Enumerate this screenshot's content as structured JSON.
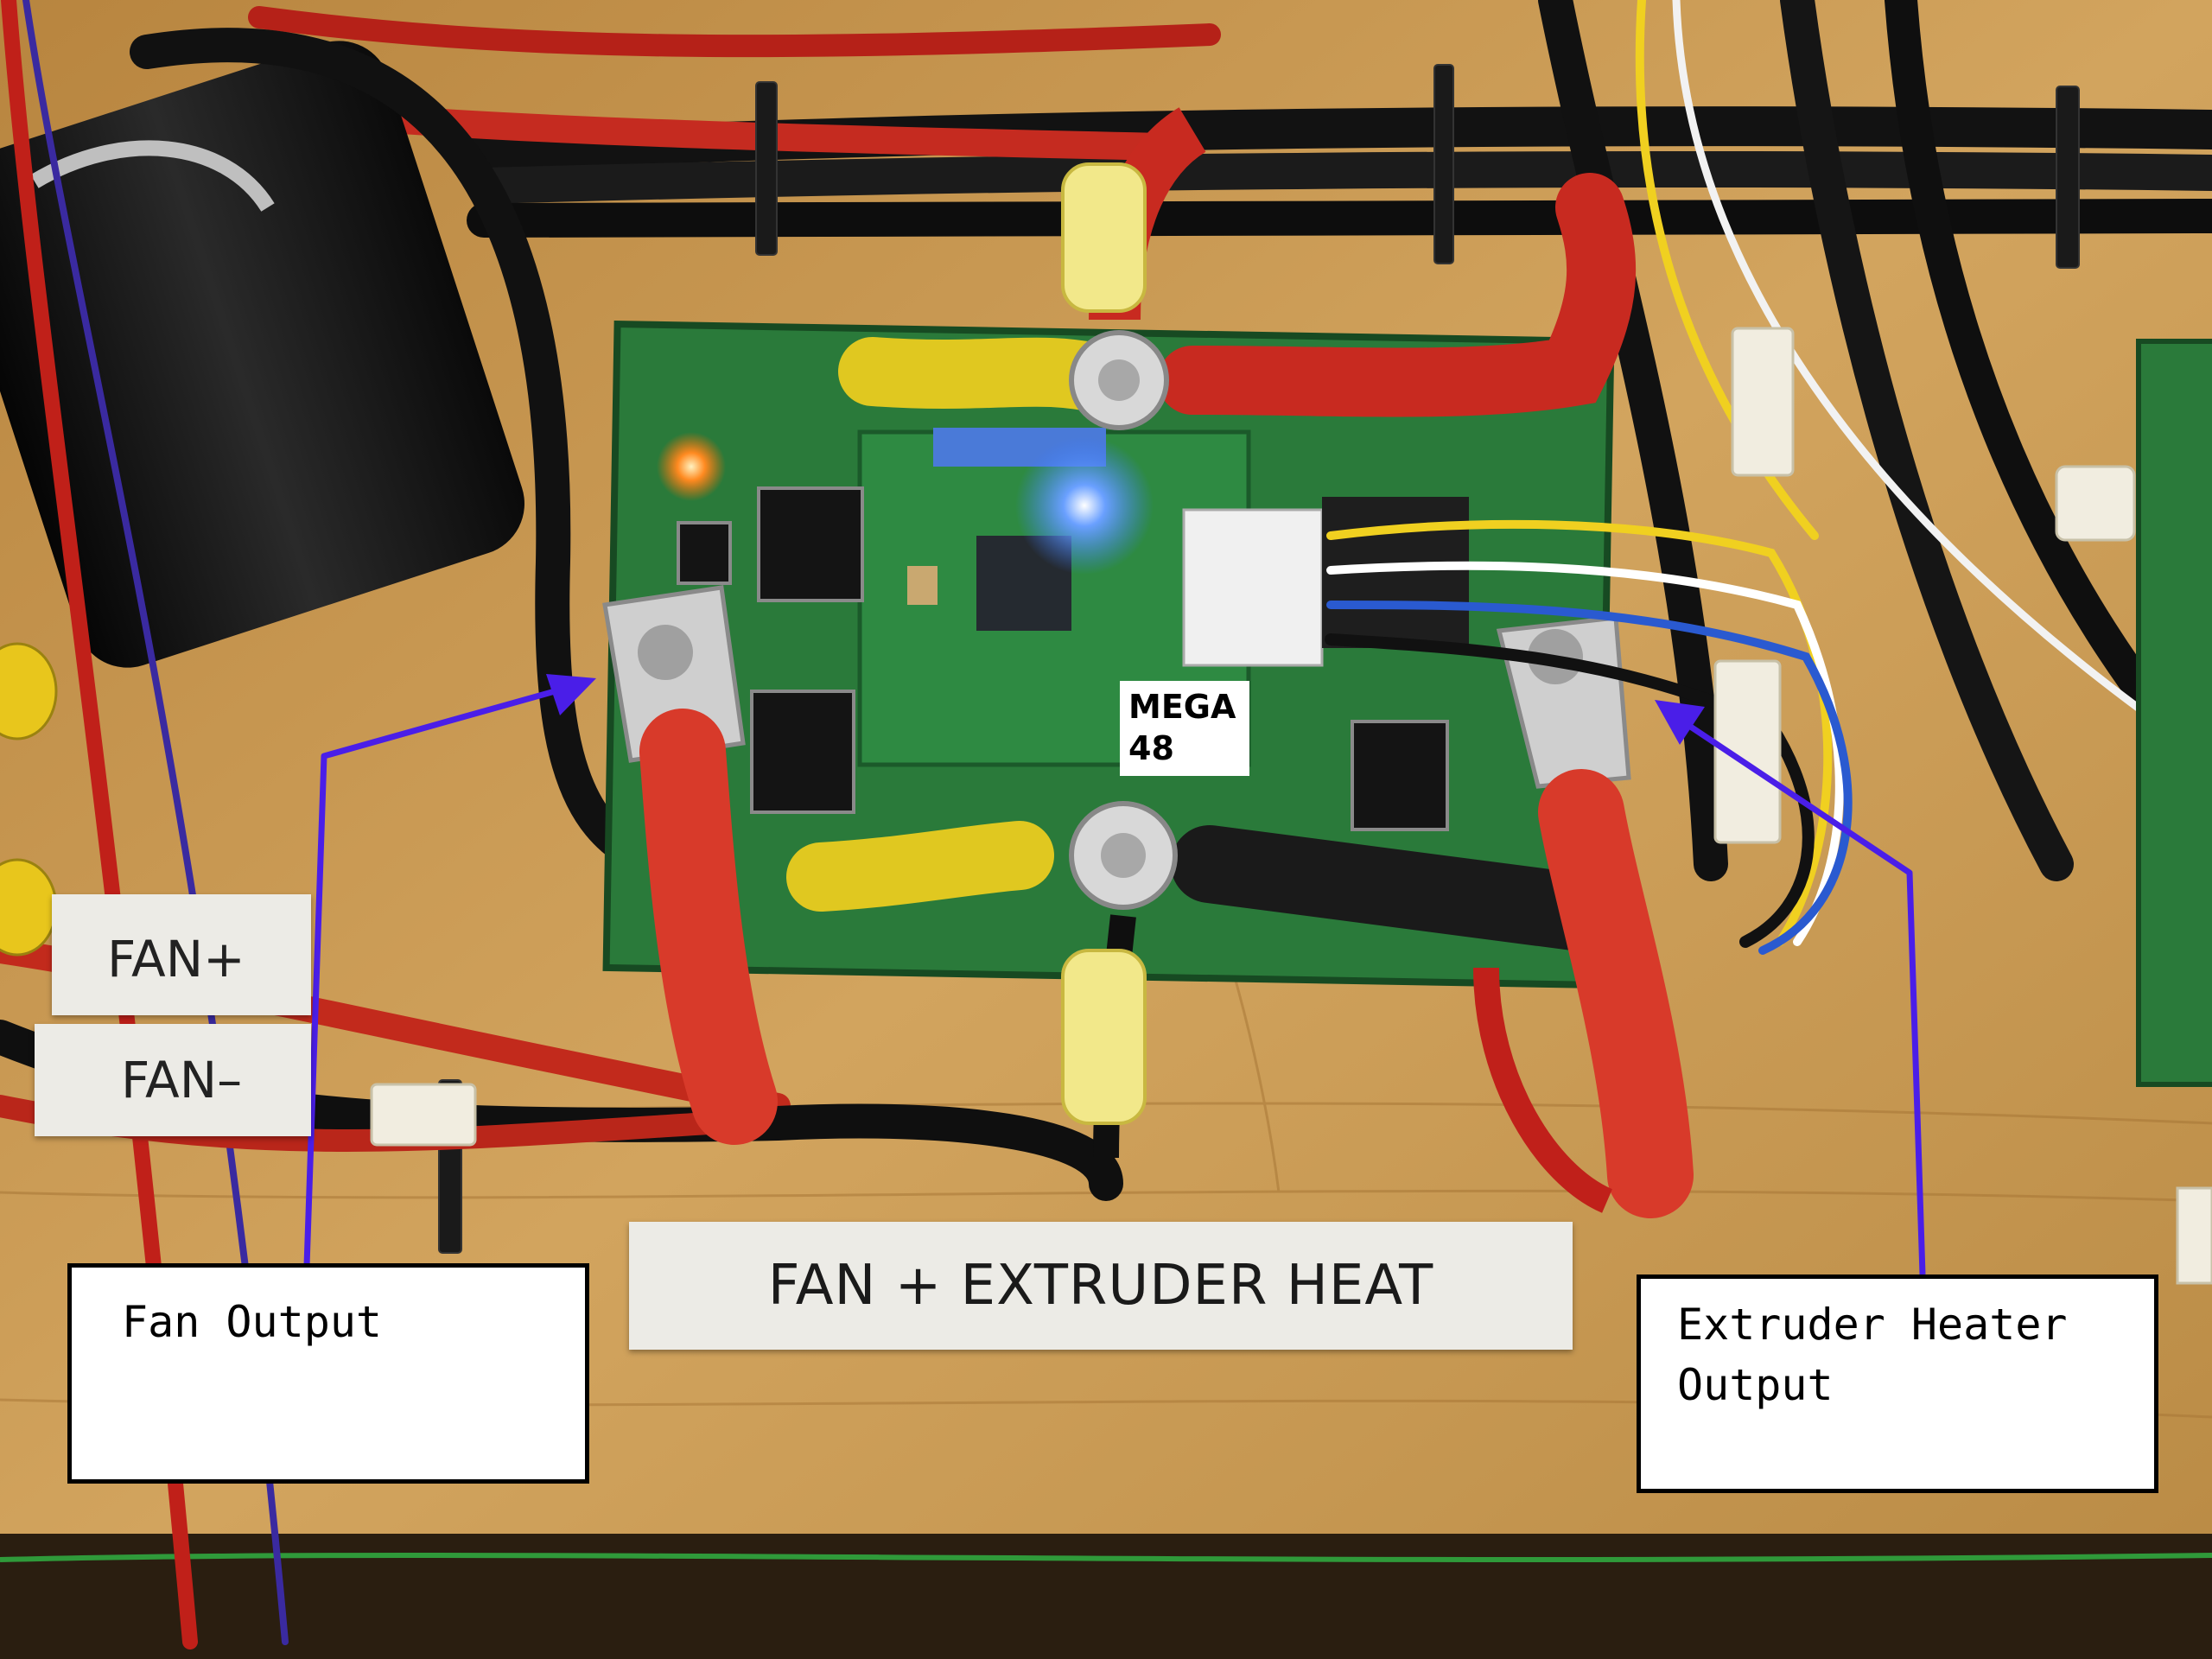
{
  "annotations": {
    "fan_output": "Fan Output",
    "extruder_heater_line1": "Extruder Heater",
    "extruder_heater_line2": "Output"
  },
  "tape_labels": {
    "main": "FAN + EXTRUDER HEAT",
    "fan_plus": "FAN+",
    "fan_minus": "FAN–"
  },
  "chip_label": {
    "line1": "MEGA",
    "line2": "48"
  },
  "colors": {
    "wood": "#c89a54",
    "pcb": "#2a7a3a",
    "arrow": "#4a1ee8",
    "wire_red": "#c0201a",
    "wire_black": "#151515",
    "led_blue": "#3a7aff"
  }
}
